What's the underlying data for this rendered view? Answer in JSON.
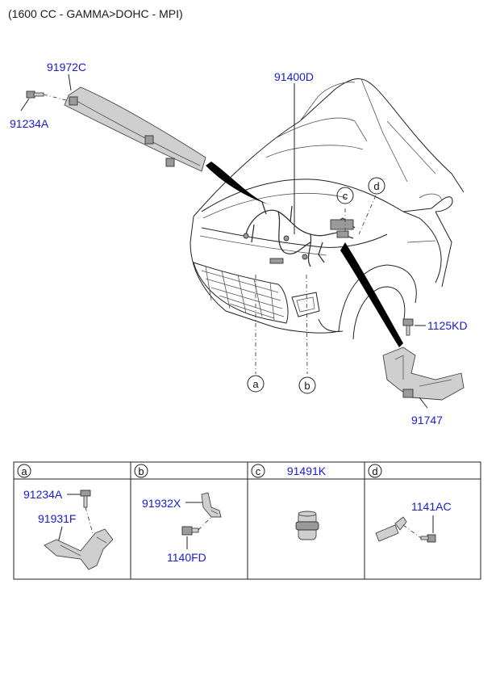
{
  "header": {
    "engine_spec": "(1600 CC - GAMMA>DOHC - MPI)"
  },
  "callouts": {
    "p91972C": "91972C",
    "p91234A_top": "91234A",
    "p91400D": "91400D",
    "p1125KD": "1125KD",
    "p91747": "91747"
  },
  "markers": {
    "a": "a",
    "b": "b",
    "c": "c",
    "d": "d"
  },
  "detail_table": {
    "cells": [
      {
        "letter": "a",
        "title": "",
        "parts": [
          "91234A",
          "91931F"
        ]
      },
      {
        "letter": "b",
        "title": "",
        "parts": [
          "91932X",
          "1140FD"
        ]
      },
      {
        "letter": "c",
        "title": "91491K",
        "parts": []
      },
      {
        "letter": "d",
        "title": "",
        "parts": [
          "1141AC"
        ]
      }
    ]
  }
}
